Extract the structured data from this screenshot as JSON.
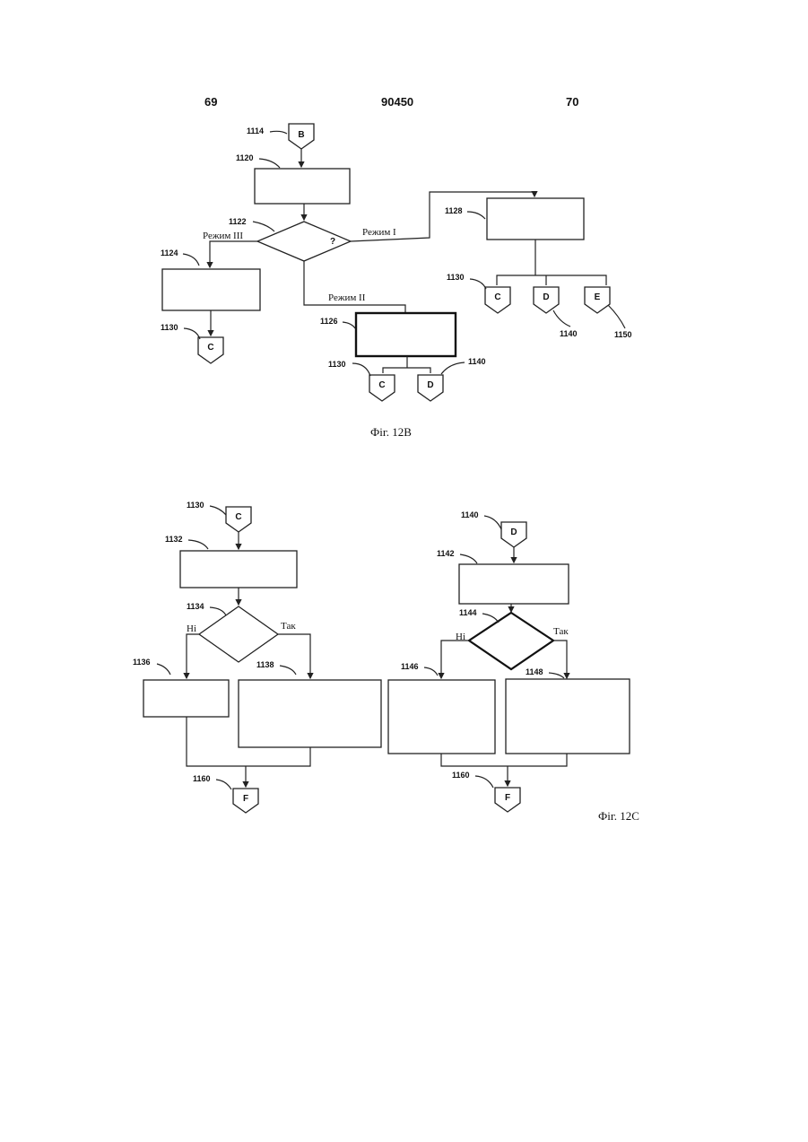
{
  "header": {
    "left_page": "69",
    "patent_number": "90450",
    "right_page": "70"
  },
  "fig12b": {
    "caption": "Фіг. 12B",
    "refs": {
      "r1114": "1114",
      "r1120": "1120",
      "r1122": "1122",
      "r1124": "1124",
      "r1126": "1126",
      "r1128": "1128",
      "r1130a": "1130",
      "r1130b": "1130",
      "r1130c": "1130",
      "r1140a": "1140",
      "r1140b": "1140",
      "r1150": "1150"
    },
    "decision_mark": "?",
    "branches": {
      "mode1": "Режим I",
      "mode2": "Режим II",
      "mode3": "Режим III"
    },
    "connectors": {
      "b": "B",
      "c1": "C",
      "c2": "C",
      "c3": "C",
      "d1": "D",
      "d2": "D",
      "e": "E"
    }
  },
  "fig12c": {
    "caption": "Фіг. 12C",
    "refs": {
      "r1130": "1130",
      "r1132": "1132",
      "r1134": "1134",
      "r1136": "1136",
      "r1138": "1138",
      "r1160a": "1160",
      "r1140": "1140",
      "r1142": "1142",
      "r1144": "1144",
      "r1146": "1146",
      "r1148": "1148",
      "r1160b": "1160"
    },
    "branches": {
      "no_left": "Ні",
      "yes_left": "Так",
      "no_right": "Ні",
      "yes_right": "Так"
    },
    "connectors": {
      "c": "C",
      "d": "D",
      "f1": "F",
      "f2": "F"
    }
  }
}
